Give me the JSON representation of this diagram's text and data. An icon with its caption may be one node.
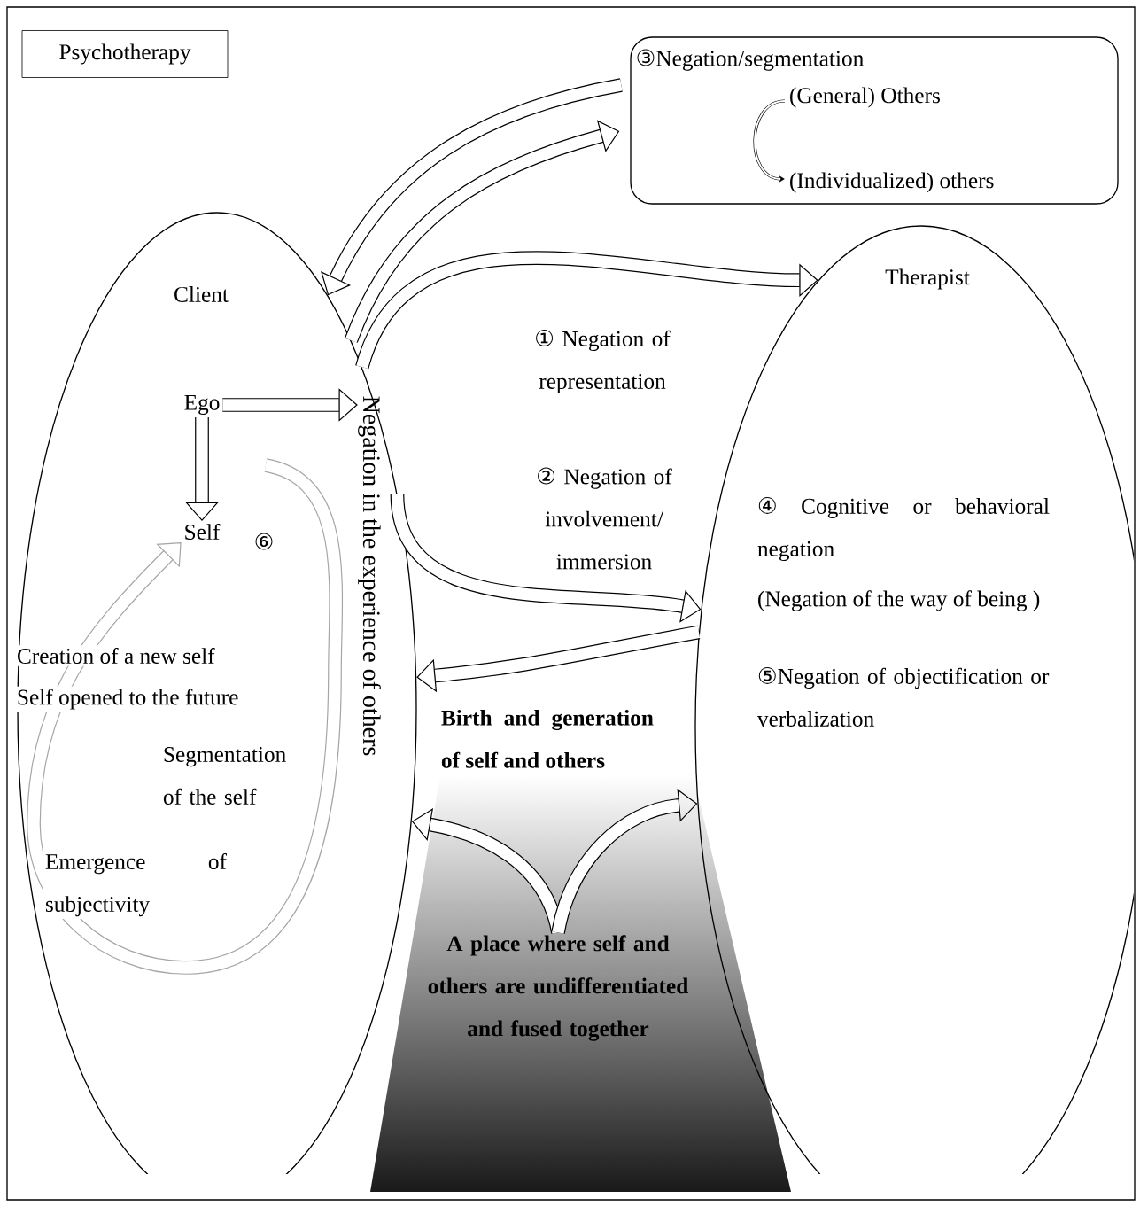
{
  "diagram": {
    "nodes": [
      {
        "text": [
          "Psychotherapy"
        ]
      },
      {
        "text": [
          "③Negation/segmentation"
        ]
      },
      {
        "text": [
          "(General) Others"
        ],
        "in": 1
      },
      {
        "text": [
          "(Individualized) others"
        ],
        "in": 1
      },
      {
        "text": [
          "Client"
        ]
      },
      {
        "text": [
          "Therapist"
        ]
      },
      {
        "text": [
          "Ego"
        ],
        "in": 4
      },
      {
        "text": [
          "Self"
        ],
        "in": 4
      },
      {
        "text": [
          "Negation in the experience of others"
        ],
        "in": 4
      },
      {
        "text": [
          "A place where self and others are undifferentiated and fused together"
        ]
      }
    ],
    "edges": [
      {
        "from": 1,
        "to": 4,
        "arrow": "to"
      },
      {
        "from": 4,
        "to": 1,
        "arrow": "to"
      },
      {
        "from": 4,
        "to": 5,
        "arrow": "to",
        "label": "① Negation of representation"
      },
      {
        "from": 4,
        "to": 5,
        "arrow": "to",
        "label": "② Negation of involvement/ immersion"
      },
      {
        "from": 5,
        "to": 4,
        "arrow": "to"
      },
      {
        "from": 9,
        "to": 4,
        "arrow": "to"
      },
      {
        "from": 9,
        "to": 5,
        "arrow": "to"
      },
      {
        "from": 6,
        "to": 7,
        "arrow": "to"
      },
      {
        "from": 6,
        "to": 8,
        "arrow": "to"
      },
      {
        "from": 2,
        "to": 3,
        "arrow": "to"
      },
      {
        "from": null,
        "to": 7,
        "arrow": "to",
        "color": "#a6a6a6"
      }
    ],
    "labels": [
      "④ Cognitive or behavioral negation",
      "⑥",
      "(Negation of the way of being )",
      "Creation of a new self",
      "⑤Negation of objectification or verbalization",
      "Self opened to the future",
      "Birth and generation of self and others",
      "Segmentation of the self",
      "Emergence of subjectivity"
    ]
  }
}
